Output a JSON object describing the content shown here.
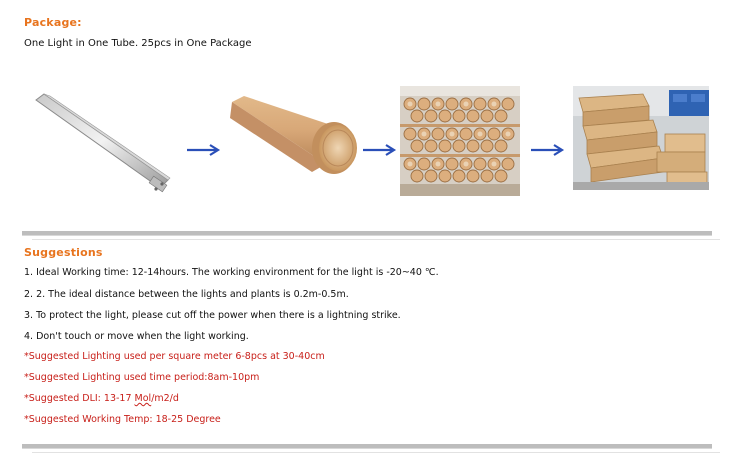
{
  "package": {
    "heading": "Package:",
    "description": "One Light in One Tube. 25pcs in One Package"
  },
  "images": [
    {
      "name": "led-tube-light-image"
    },
    {
      "name": "kraft-tube-image"
    },
    {
      "name": "stacked-tubes-image"
    },
    {
      "name": "boxed-packages-image"
    }
  ],
  "suggestions": {
    "heading": "Suggestions",
    "items": [
      "1. Ideal Working time: 12-14hours. The working environment for the light is -20~40 ℃.",
      "2. 2. The ideal distance between the lights and plants is 0.2m-0.5m.",
      "3. To protect the light, please cut off the power when there is a lightning strike.",
      "4. Don't touch or move when the light working."
    ],
    "notes": [
      "*Suggested Lighting used per square meter 6-8pcs at 30-40cm",
      "*Suggested Lighting used time period:8am-10pm"
    ],
    "dli_prefix": "*Suggested DLI: 13-17 ",
    "dli_unit_word": "Mol",
    "dli_suffix": "/m2/d",
    "temp_note": "*Suggested Working Temp: 18-25 Degree"
  },
  "colors": {
    "heading": "#e8741e",
    "note": "#c8201a",
    "arrow": "#2a4fb8"
  }
}
